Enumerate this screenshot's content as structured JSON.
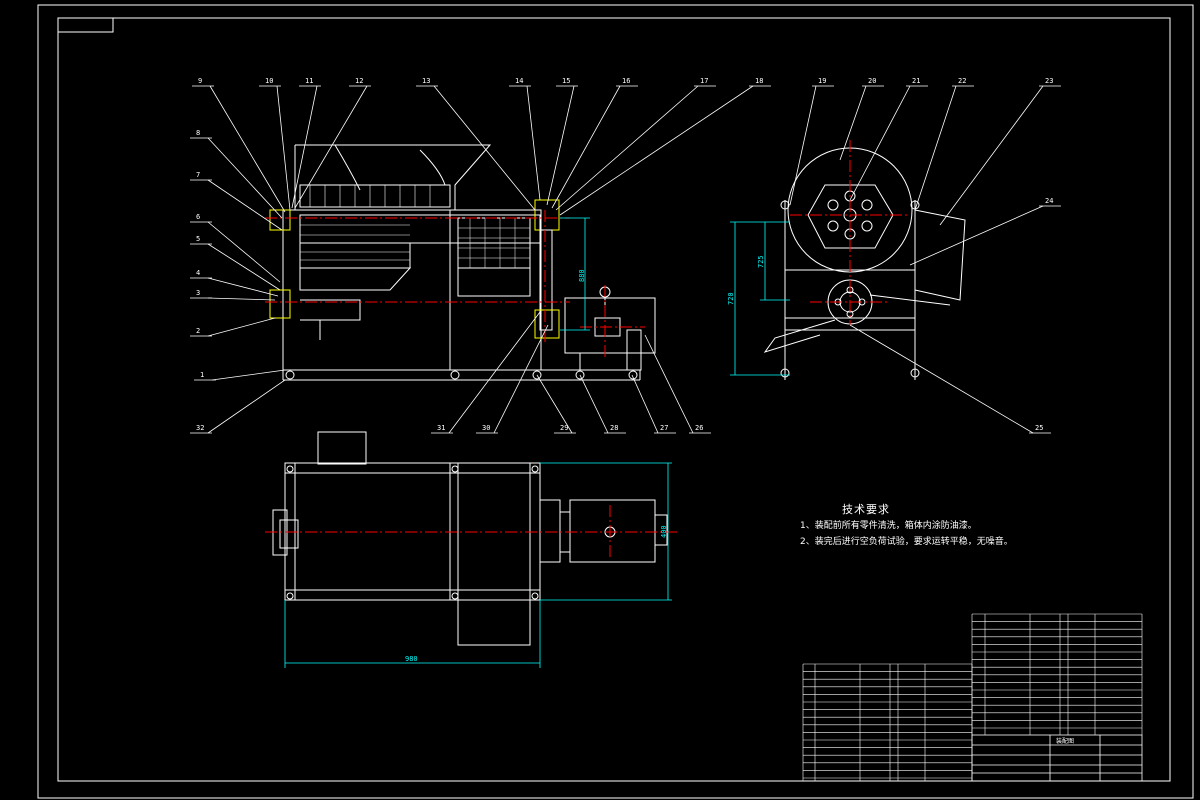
{
  "drawing": {
    "colors": {
      "background": "#000000",
      "outline": "#ffffff",
      "centerline": "#ff0000",
      "dimension": "#00ffff",
      "section_hatch": "#ffff00"
    },
    "part_labels": [
      "1",
      "2",
      "3",
      "4",
      "5",
      "6",
      "7",
      "8",
      "9",
      "10",
      "11",
      "12",
      "13",
      "14",
      "15",
      "16",
      "17",
      "18",
      "19",
      "20",
      "21",
      "22",
      "23",
      "24",
      "25",
      "26",
      "27",
      "28",
      "29",
      "30",
      "31",
      "32"
    ],
    "dimensions": {
      "front_height": "880",
      "side_total_height": "720",
      "side_inner_height": "725",
      "top_length": "980",
      "top_width": "400"
    },
    "tech_requirements": {
      "title": "技术要求",
      "items": [
        "1、装配前所有零件清洗，箱体内涂防油漆。",
        "2、装完后进行空负荷试验，要求运转平稳，无噪音。"
      ]
    },
    "title_block": {
      "name": "装配图"
    }
  }
}
